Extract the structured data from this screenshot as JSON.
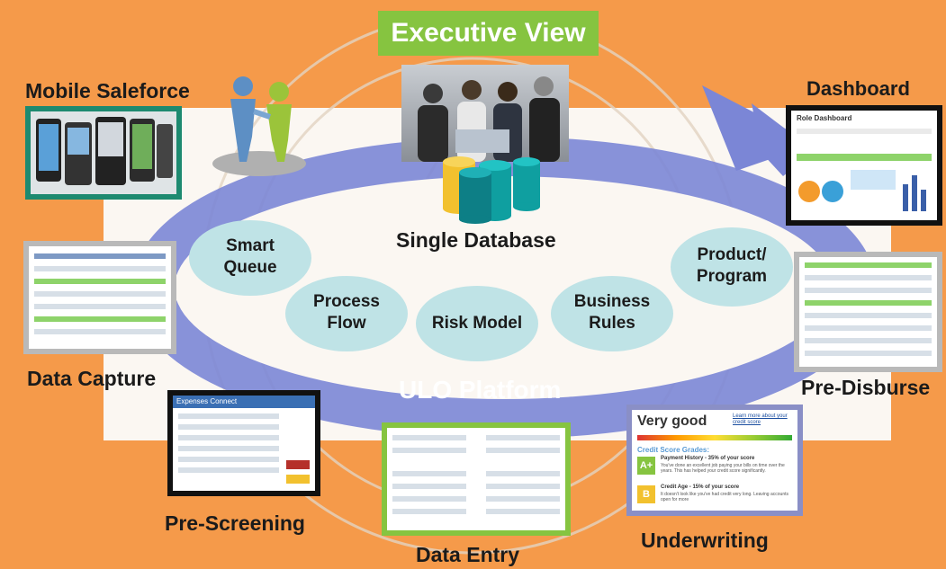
{
  "title": "Executive View",
  "center": {
    "database_label": "Single Database",
    "platform_label": "ULO Platform"
  },
  "modules": [
    {
      "key": "smart_queue",
      "label_line1": "Smart",
      "label_line2": "Queue"
    },
    {
      "key": "process_flow",
      "label_line1": "Process",
      "label_line2": "Flow"
    },
    {
      "key": "risk_model",
      "label_line1": "Risk Model",
      "label_line2": ""
    },
    {
      "key": "business_rules",
      "label_line1": "Business",
      "label_line2": "Rules"
    },
    {
      "key": "product_program",
      "label_line1": "Product/",
      "label_line2": "Program"
    }
  ],
  "stages": {
    "mobile_saleforce": "Mobile Saleforce",
    "dashboard": "Dashboard",
    "data_capture": "Data Capture",
    "pre_disburse": "Pre-Disburse",
    "pre_screening": "Pre-Screening",
    "data_entry": "Data Entry",
    "underwriting": "Underwriting"
  },
  "underwriting_card": {
    "rating": "Very good",
    "link_text": "Learn more about your credit score",
    "grades_heading": "Credit Score Grades:",
    "grade_a": "A+",
    "grade_a_title": "Payment History - 35% of your score",
    "grade_a_text": "You've done an excellent job paying your bills on time over the years. This has helped your credit score significantly.",
    "grade_b": "B",
    "grade_b_title": "Credit Age - 15% of your score",
    "grade_b_text": "It doesn't look like you've had credit very long. Leaving accounts open for more"
  },
  "prescreen_card": {
    "heading": "Expenses Connect"
  },
  "dashboard_card": {
    "heading": "Role Dashboard"
  },
  "colors": {
    "orange": "#f59a4a",
    "green_banner": "#86c440",
    "cycle_blue": "#7b86d6",
    "ellipse": "#bfe3e6",
    "card_border_green": "#1d8a70",
    "card_border_gray": "#b9b9b9",
    "card_border_black": "#111111",
    "card_border_lightgreen": "#86c440",
    "card_border_blue": "#8a8fc6"
  }
}
